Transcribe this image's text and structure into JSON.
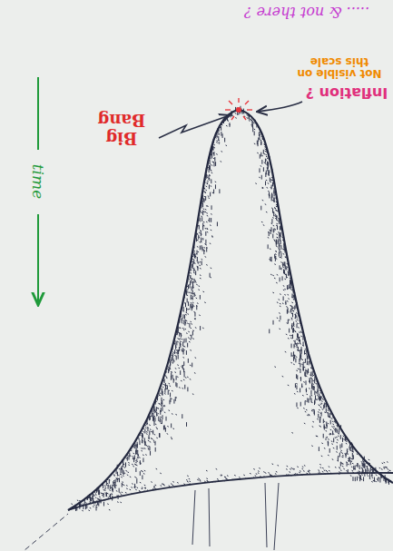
{
  "diagram": {
    "labels": [
      "..... & not there ?",
      "Inflation ?",
      "Not visible on this scale",
      "Big Bang",
      "time"
    ]
  }
}
